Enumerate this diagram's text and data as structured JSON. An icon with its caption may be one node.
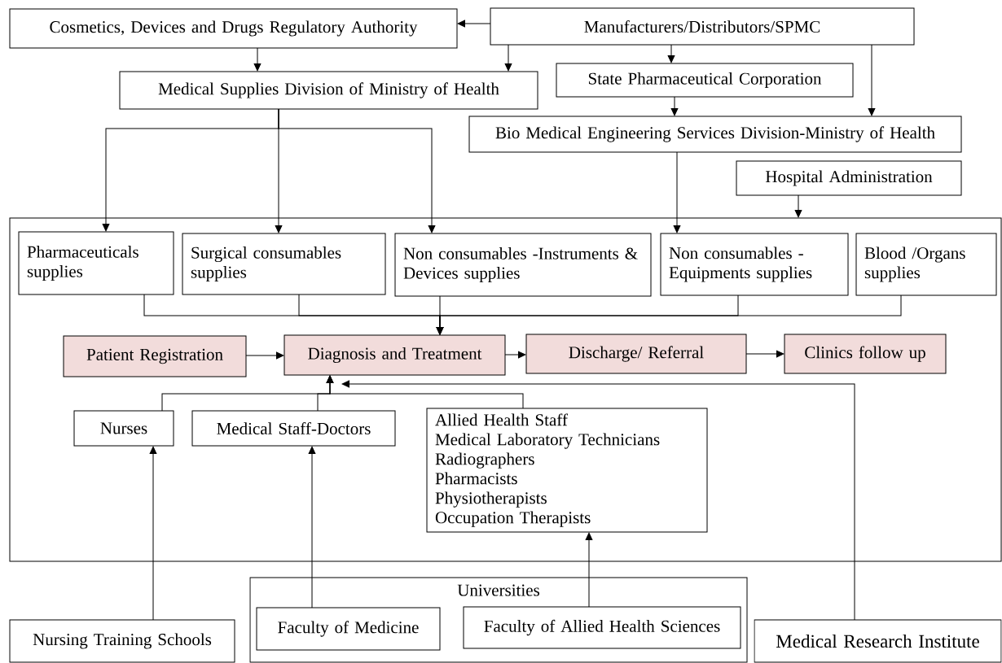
{
  "diagram": {
    "nodes": [
      {
        "text": [
          "Cosmetics, Devices and Drugs Regulatory Authority"
        ]
      },
      {
        "text": [
          "Manufacturers/Distributors/SPMC"
        ]
      },
      {
        "text": [
          "Medical Supplies Division of Ministry of Health"
        ]
      },
      {
        "text": [
          "State Pharmaceutical Corporation"
        ]
      },
      {
        "text": [
          "Bio Medical Engineering Services Division-Ministry of Health"
        ]
      },
      {
        "text": [
          "Hospital Administration"
        ]
      },
      {
        "text": [],
        "shape": "box"
      },
      {
        "text": [
          "Pharmaceuticals supplies"
        ],
        "in": 6
      },
      {
        "text": [
          "Surgical consumables supplies"
        ],
        "in": 6
      },
      {
        "text": [
          "Non consumables -Instruments & Devices supplies"
        ],
        "in": 6
      },
      {
        "text": [
          "Non consumables - Equipments supplies"
        ],
        "in": 6
      },
      {
        "text": [
          "Blood /Organs supplies"
        ],
        "in": 6
      },
      {
        "text": [
          "Patient Registration"
        ],
        "in": 6
      },
      {
        "text": [
          "Diagnosis and Treatment"
        ],
        "in": 6
      },
      {
        "text": [
          "Discharge/ Referral"
        ],
        "in": 6
      },
      {
        "text": [
          "Clinics follow up"
        ],
        "in": 6
      },
      {
        "text": [
          "Nurses"
        ],
        "in": 6
      },
      {
        "text": [
          "Medical Staff-Doctors"
        ],
        "in": 6
      },
      {
        "text": [
          "Allied Health Staff",
          "Medical Laboratory Technicians",
          "Radiographers",
          "Pharmacists",
          "Physiotherapists",
          "Occupation Therapists"
        ],
        "in": 6
      },
      {
        "text": [
          "Universities"
        ]
      },
      {
        "text": [
          "Faculty of Medicine"
        ],
        "in": 19
      },
      {
        "text": [
          "Faculty of Allied Health Sciences"
        ],
        "in": 19
      },
      {
        "text": [
          "Nursing Training Schools"
        ]
      },
      {
        "text": [
          "Medical Research Institute"
        ]
      }
    ],
    "edges": [
      {
        "from": 1,
        "to": 0,
        "arrow": "to"
      },
      {
        "from": 0,
        "to": 2,
        "arrow": "to"
      },
      {
        "from": 1,
        "to": 2,
        "arrow": "to"
      },
      {
        "from": 1,
        "to": 3,
        "arrow": "to"
      },
      {
        "from": 1,
        "to": 4,
        "arrow": "to"
      },
      {
        "from": 3,
        "to": 4,
        "arrow": "to"
      },
      {
        "from": 2,
        "to": 7,
        "arrow": "to"
      },
      {
        "from": 2,
        "to": 8,
        "arrow": "to"
      },
      {
        "from": 2,
        "to": 9,
        "arrow": "to"
      },
      {
        "from": 4,
        "to": 10,
        "arrow": "to"
      },
      {
        "from": 5,
        "to": 6,
        "arrow": "to"
      },
      {
        "from": 7,
        "to": 13,
        "arrow": "to"
      },
      {
        "from": 8,
        "to": 13,
        "arrow": "to"
      },
      {
        "from": 9,
        "to": 13,
        "arrow": "to"
      },
      {
        "from": 10,
        "to": 13,
        "arrow": "to"
      },
      {
        "from": 11,
        "to": 13,
        "arrow": "to"
      },
      {
        "from": 12,
        "to": 13,
        "arrow": "to"
      },
      {
        "from": 13,
        "to": 14,
        "arrow": "to"
      },
      {
        "from": 14,
        "to": 15,
        "arrow": "to"
      },
      {
        "from": 16,
        "to": 13,
        "arrow": "to"
      },
      {
        "from": 17,
        "to": 13,
        "arrow": "to"
      },
      {
        "from": 18,
        "to": 13,
        "arrow": "to"
      },
      {
        "from": 23,
        "to": 13,
        "arrow": "to"
      },
      {
        "from": 22,
        "to": 16,
        "arrow": "to"
      },
      {
        "from": 20,
        "to": 17,
        "arrow": "to"
      },
      {
        "from": 21,
        "to": 18,
        "arrow": "to"
      }
    ]
  }
}
